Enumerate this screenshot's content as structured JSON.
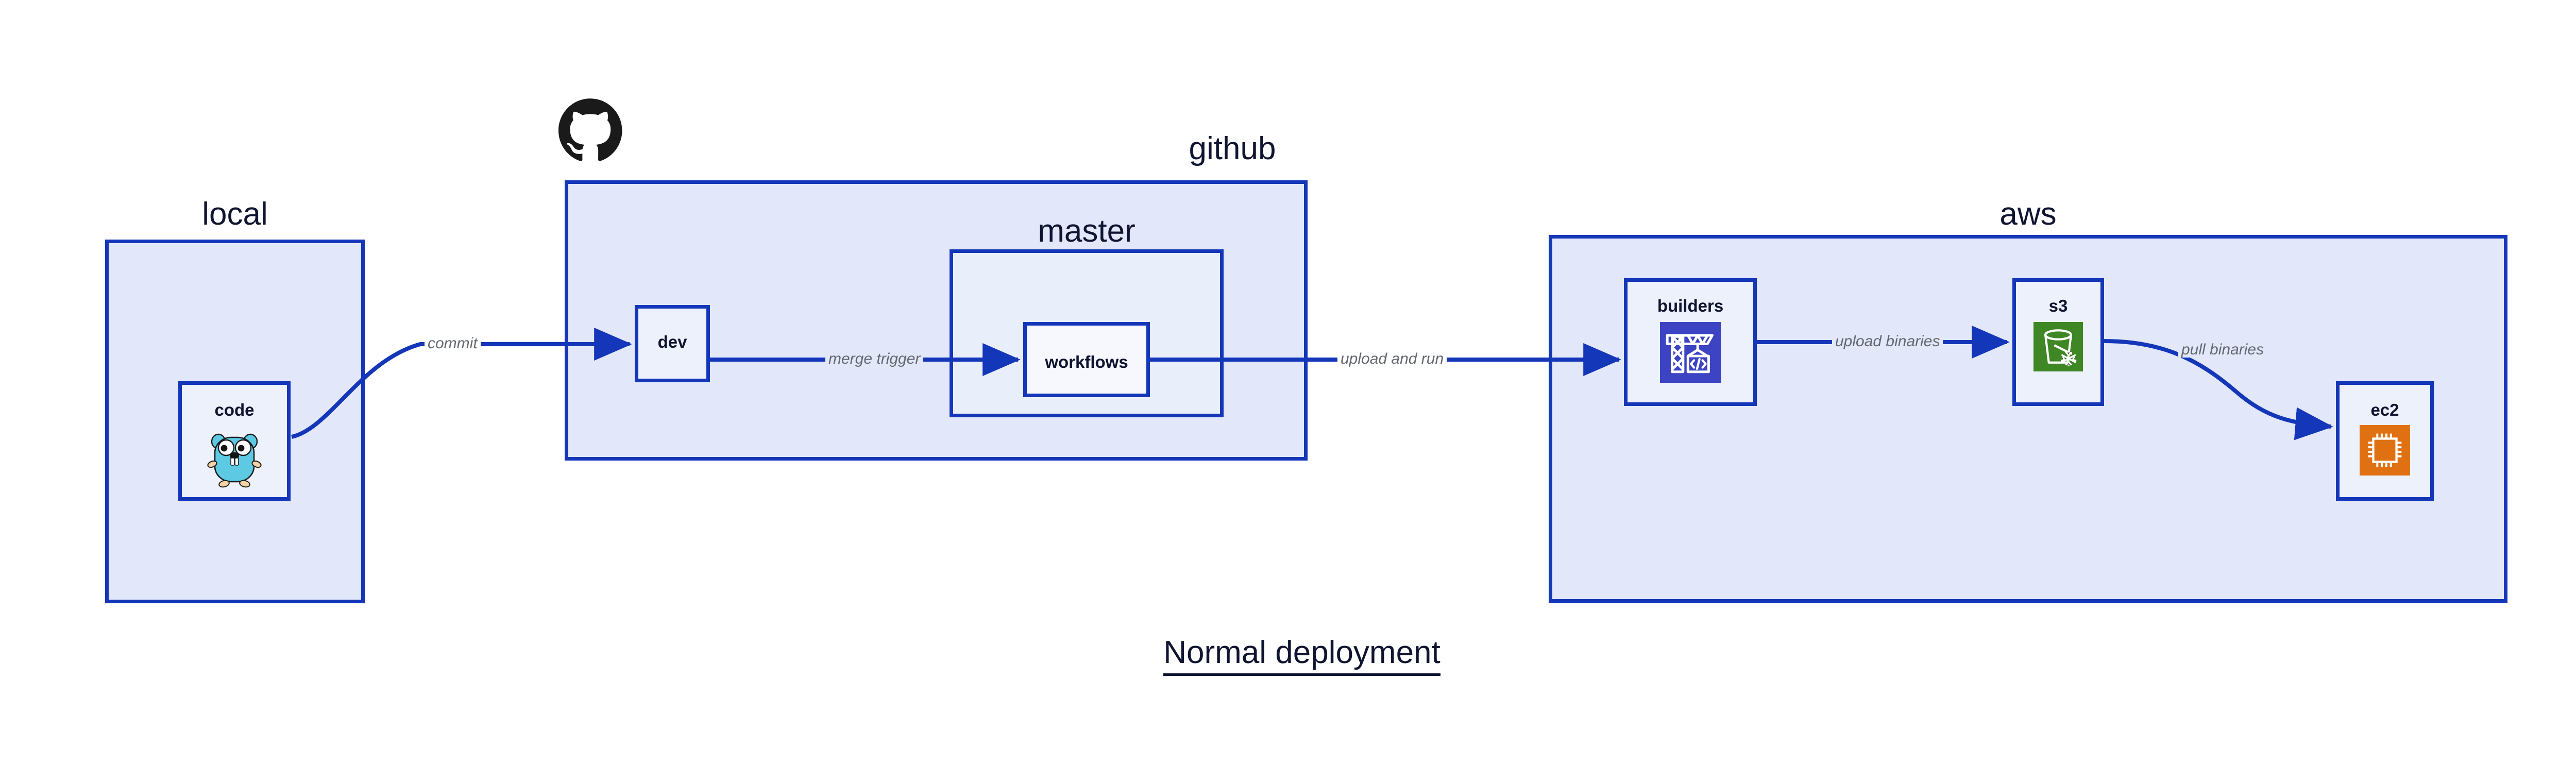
{
  "diagram": {
    "title": "Normal deployment",
    "background": "#ffffff",
    "accent_border": "#1436b8",
    "group_fill": "#e2e8fa",
    "node_fill": "#ecf1fc",
    "label_color": "#0f1430",
    "edge_label_color": "#63676f"
  },
  "groups": [
    {
      "id": "local",
      "label": "local"
    },
    {
      "id": "github",
      "label": "github"
    },
    {
      "id": "master",
      "label": "master"
    },
    {
      "id": "aws",
      "label": "aws"
    }
  ],
  "nodes": [
    {
      "id": "code",
      "label": "code",
      "icon": "go-gopher-icon",
      "icon_color": "#5dc9e2"
    },
    {
      "id": "dev",
      "label": "dev",
      "icon": null,
      "icon_color": null
    },
    {
      "id": "workflows",
      "label": "workflows",
      "icon": null,
      "icon_color": null
    },
    {
      "id": "builders",
      "label": "builders",
      "icon": "aws-codebuild-icon",
      "icon_color": "#3c44c4"
    },
    {
      "id": "s3",
      "label": "s3",
      "icon": "aws-s3-icon",
      "icon_color": "#3f8624"
    },
    {
      "id": "ec2",
      "label": "ec2",
      "icon": "aws-ec2-icon",
      "icon_color": "#e07112"
    }
  ],
  "edges": [
    {
      "id": "commit",
      "label": "commit",
      "from": "code",
      "to": "dev"
    },
    {
      "id": "merge-trigger",
      "label": "merge trigger",
      "from": "dev",
      "to": "workflows"
    },
    {
      "id": "upload-and-run",
      "label": "upload and run",
      "from": "workflows",
      "to": "builders"
    },
    {
      "id": "upload-binaries",
      "label": "upload binaries",
      "from": "builders",
      "to": "s3"
    },
    {
      "id": "pull-binaries",
      "label": "pull binaries",
      "from": "s3",
      "to": "ec2"
    }
  ],
  "logos": [
    {
      "id": "github-octocat",
      "name": "github-octocat-icon",
      "color": "#1a1a1a"
    }
  ]
}
